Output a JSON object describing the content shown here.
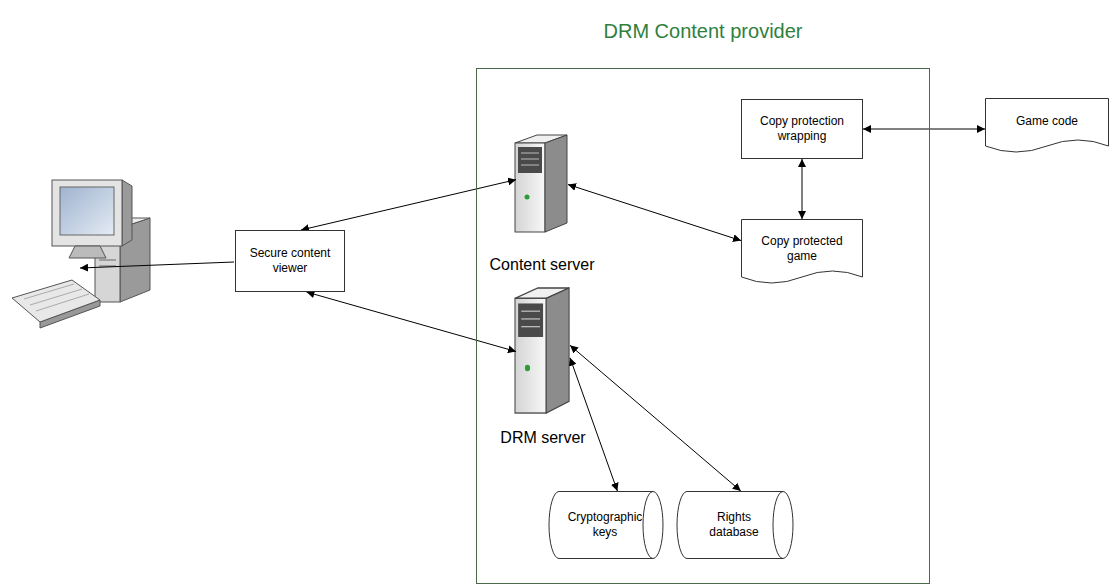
{
  "diagram": {
    "nodes": [
      {
        "text": [
          "DRM Content provider"
        ]
      },
      {
        "text": [
          "Content server"
        ],
        "in": 0
      },
      {
        "text": [
          "Copy protection wrapping"
        ],
        "in": 0
      },
      {
        "text": [
          "Copy protected game"
        ],
        "in": 0
      },
      {
        "text": [
          "DRM server"
        ],
        "in": 0
      },
      {
        "text": [
          "Cryptographic keys"
        ],
        "in": 0
      },
      {
        "text": [
          "Rights database"
        ],
        "in": 0
      },
      {
        "text": [
          "Secure content viewer"
        ]
      },
      {
        "text": [
          "Game code"
        ]
      }
    ],
    "edges": [
      {
        "from": 7,
        "to": 1,
        "arrow": "both"
      },
      {
        "from": 7,
        "to": 4,
        "arrow": "both"
      },
      {
        "from": 1,
        "to": 3,
        "arrow": "both"
      },
      {
        "from": 2,
        "to": 3,
        "arrow": "both"
      },
      {
        "from": 2,
        "to": 8,
        "arrow": "both"
      },
      {
        "from": 4,
        "to": 5,
        "arrow": "both"
      },
      {
        "from": 4,
        "to": 6,
        "arrow": "both"
      }
    ]
  }
}
